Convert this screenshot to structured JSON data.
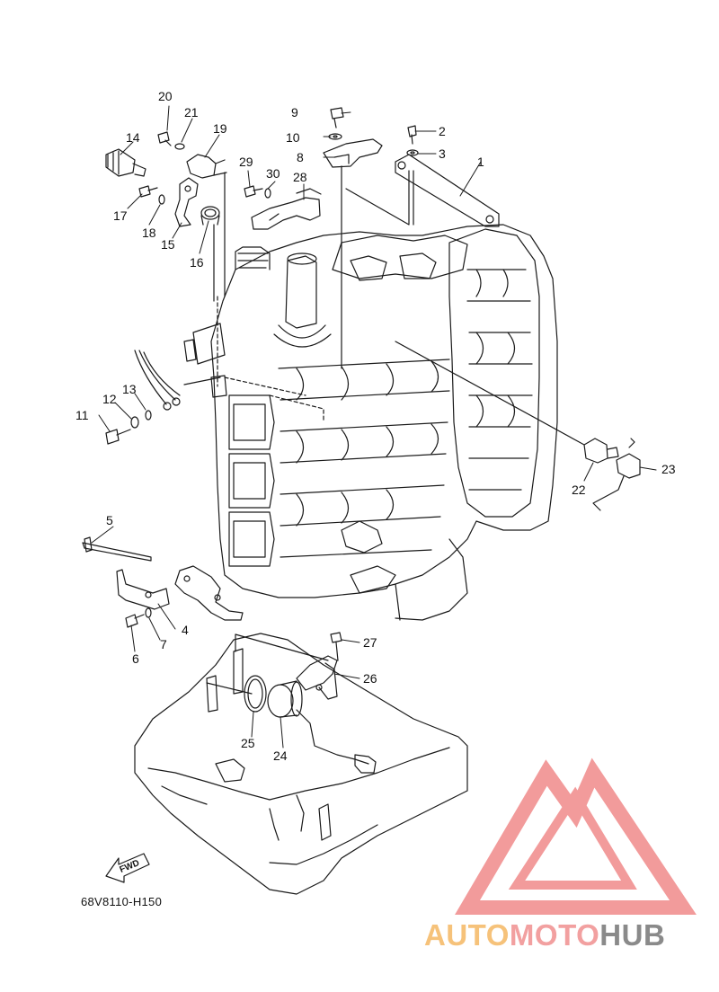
{
  "diagram": {
    "callouts": [
      {
        "id": "1",
        "label": "1"
      },
      {
        "id": "2",
        "label": "2"
      },
      {
        "id": "3",
        "label": "3"
      },
      {
        "id": "4",
        "label": "4"
      },
      {
        "id": "5",
        "label": "5"
      },
      {
        "id": "6",
        "label": "6"
      },
      {
        "id": "7",
        "label": "7"
      },
      {
        "id": "8",
        "label": "8"
      },
      {
        "id": "9",
        "label": "9"
      },
      {
        "id": "10",
        "label": "10"
      },
      {
        "id": "11",
        "label": "11"
      },
      {
        "id": "12",
        "label": "12"
      },
      {
        "id": "13",
        "label": "13"
      },
      {
        "id": "14",
        "label": "14"
      },
      {
        "id": "15",
        "label": "15"
      },
      {
        "id": "16",
        "label": "16"
      },
      {
        "id": "17",
        "label": "17"
      },
      {
        "id": "18",
        "label": "18"
      },
      {
        "id": "19",
        "label": "19"
      },
      {
        "id": "20",
        "label": "20"
      },
      {
        "id": "21",
        "label": "21"
      },
      {
        "id": "22",
        "label": "22"
      },
      {
        "id": "23",
        "label": "23"
      },
      {
        "id": "24",
        "label": "24"
      },
      {
        "id": "25",
        "label": "25"
      },
      {
        "id": "26",
        "label": "26"
      },
      {
        "id": "27",
        "label": "27"
      },
      {
        "id": "28",
        "label": "28"
      },
      {
        "id": "29",
        "label": "29"
      },
      {
        "id": "30",
        "label": "30"
      }
    ],
    "drawing_code": "68V8110-H150",
    "fwd_label": "FWD"
  },
  "watermark": {
    "brand_part1": "AUTO",
    "brand_part2": "MOTO",
    "brand_part3": "HUB",
    "color_part1": "#f6c27a",
    "color_part2": "#f2a0a0",
    "color_part3": "#8a8a8a",
    "logo_color": "#f08a8a"
  },
  "colors": {
    "line": "#1a1a1a",
    "background": "#ffffff"
  }
}
